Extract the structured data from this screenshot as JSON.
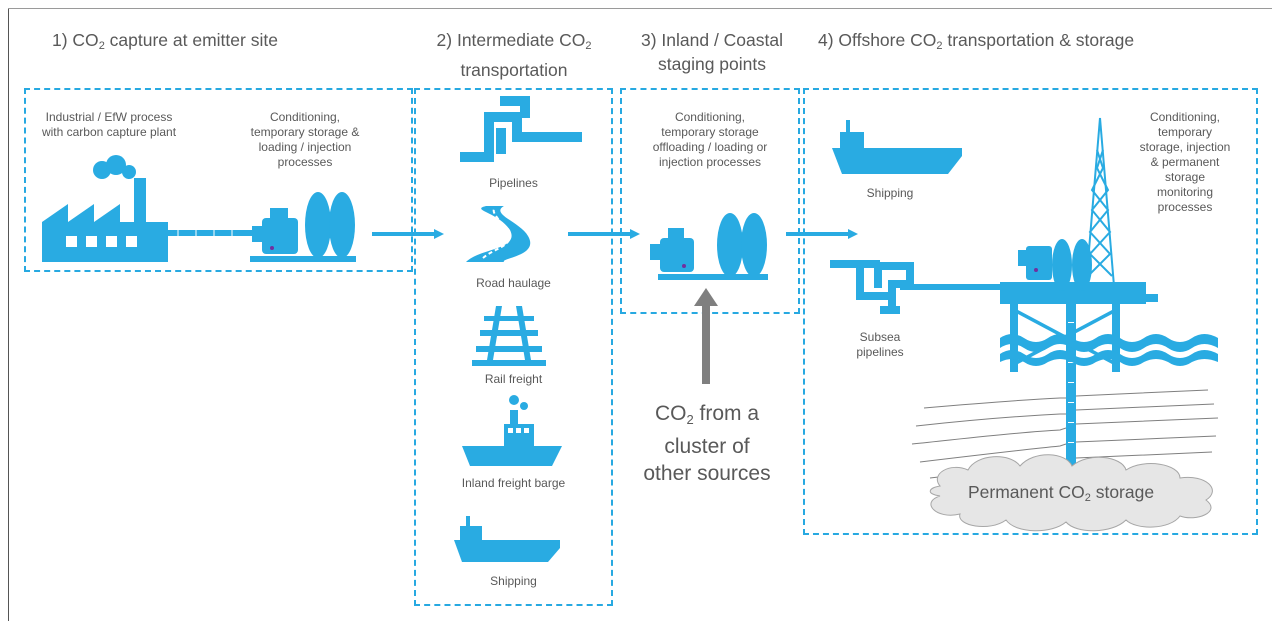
{
  "headings": {
    "s1": {
      "pre": "1) CO",
      "sub": "2",
      "post": " capture at emitter site"
    },
    "s2": {
      "line1_pre": "2) Intermediate CO",
      "line1_sub": "2",
      "line2": "transportation"
    },
    "s3": {
      "line1": "3) Inland / Coastal",
      "line2": "staging points"
    },
    "s4": {
      "pre": "4) Offshore CO",
      "sub": "2",
      "post": " transportation & storage"
    }
  },
  "section1": {
    "process_label": [
      "Industrial / EfW process",
      "with carbon capture plant"
    ],
    "conditioning_label": [
      "Conditioning,",
      "temporary storage &",
      "loading / injection",
      "processes"
    ]
  },
  "section2": {
    "modes": [
      "Pipelines",
      "Road haulage",
      "Rail freight",
      "Inland freight barge",
      "Shipping"
    ]
  },
  "section3": {
    "conditioning_label": [
      "Conditioning,",
      "temporary storage",
      "offloading / loading or",
      "injection processes"
    ],
    "cluster": {
      "l1_pre": "CO",
      "l1_sub": "2",
      "l1_post": " from a",
      "l2": "cluster of",
      "l3": "other sources"
    }
  },
  "section4": {
    "shipping_label": "Shipping",
    "subsea_label": [
      "Subsea",
      "pipelines"
    ],
    "conditioning_label": [
      "Conditioning,",
      "temporary",
      "storage, injection",
      "& permanent",
      "storage",
      "monitoring",
      "processes"
    ],
    "storage": {
      "pre": "Permanent CO",
      "sub": "2",
      "post": " storage"
    }
  },
  "colors": {
    "accent": "#29abe2",
    "dashed": "#27a9e1",
    "text": "#595959",
    "grey_arrow": "#7f7f7f",
    "cloud": "#e6e6e6"
  }
}
